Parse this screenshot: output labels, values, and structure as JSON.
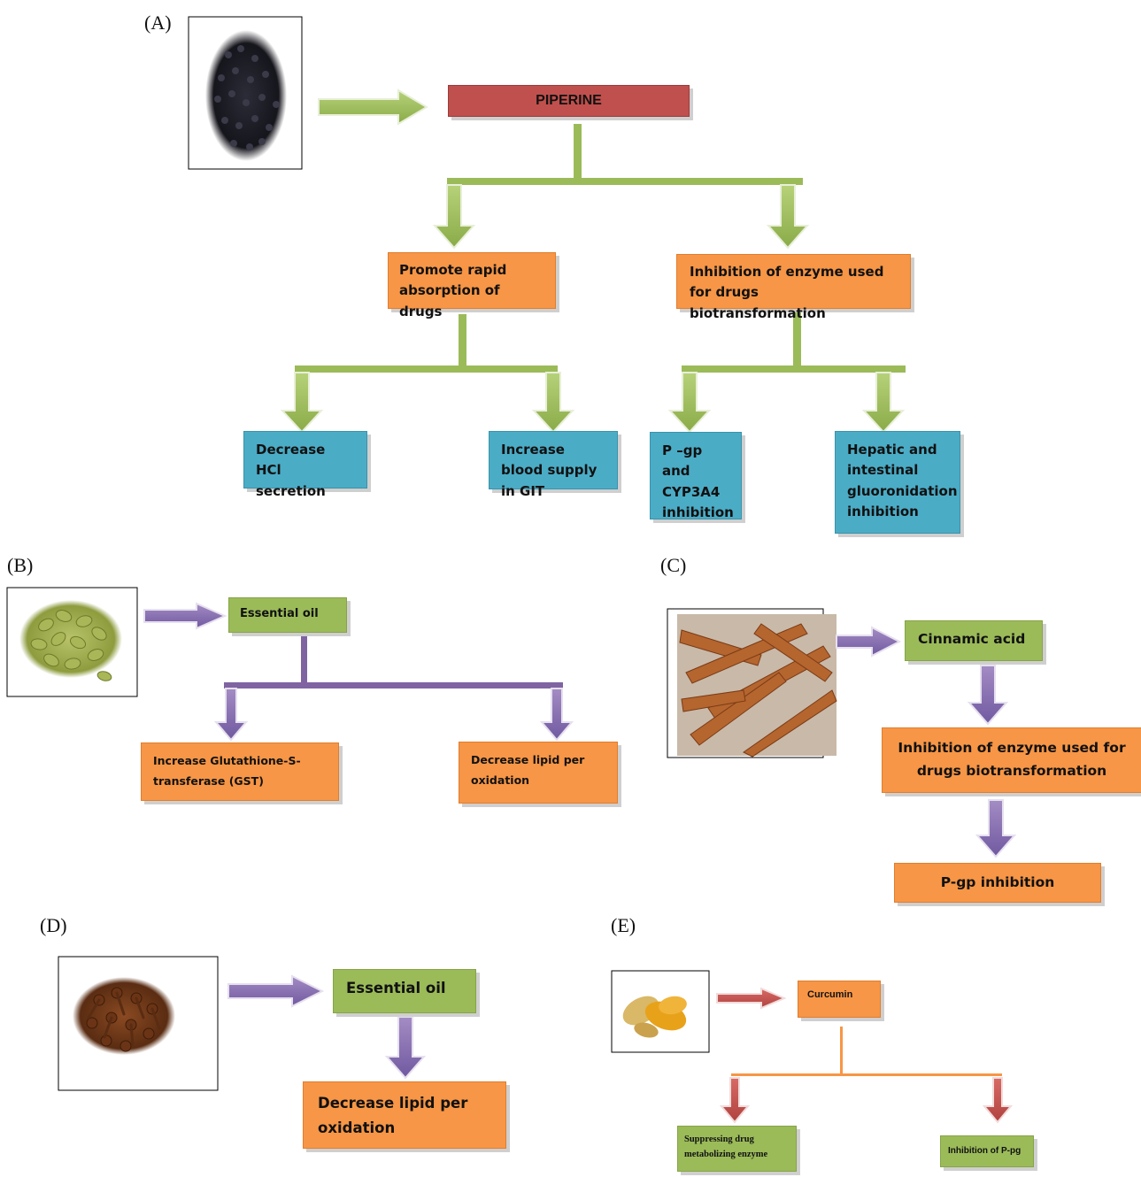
{
  "panels": {
    "a": {
      "label": "(A)",
      "source": "PIPERINE",
      "branches": [
        {
          "text": "Promote rapid absorption of drugs",
          "children": [
            "Decrease HCl secretion",
            "Increase blood supply in GIT"
          ]
        },
        {
          "text": "Inhibition of enzyme used for drugs biotransformation",
          "children": [
            "P –gp and CYP3A4 inhibition",
            "Hepatic and intestinal gluoronidation inhibition"
          ]
        }
      ]
    },
    "b": {
      "label": "(B)",
      "source": "Essential oil",
      "children": [
        "Increase Glutathione-S-transferase (GST)",
        "Decrease lipid per oxidation"
      ]
    },
    "c": {
      "label": "(C)",
      "source": "Cinnamic acid",
      "chain": [
        "Inhibition of enzyme used for drugs biotransformation",
        "P-gp inhibition"
      ]
    },
    "d": {
      "label": "(D)",
      "source": "Essential oil",
      "chain": [
        "Decrease lipid per oxidation"
      ]
    },
    "e": {
      "label": "(E)",
      "source": "Curcumin",
      "children": [
        "Suppressing drug metabolizing enzyme",
        "Inhibition of P-pg"
      ]
    }
  },
  "colors": {
    "green_arrow": "#9bbb59",
    "purple_arrow": "#8064a2",
    "red_arrow": "#c0504d",
    "orange_line": "#f79646"
  }
}
